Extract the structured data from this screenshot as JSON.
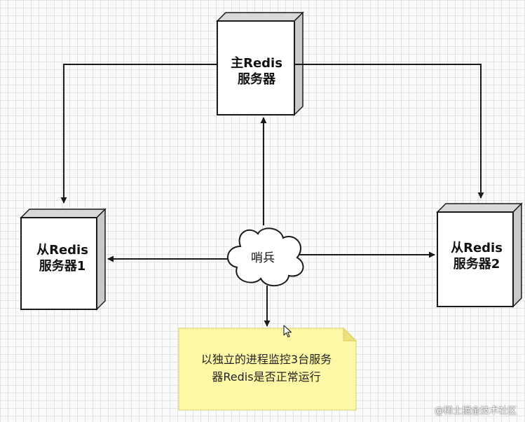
{
  "nodes": {
    "master": {
      "label": "主Redis\n服务器"
    },
    "slave1": {
      "label": "从Redis\n服务器1"
    },
    "slave2": {
      "label": "从Redis\n服务器2"
    },
    "sentinel": {
      "label": "哨兵"
    }
  },
  "note": {
    "text": "以独立的进程监控3台服务\n器Redis是否正常运行",
    "color": "#fdf8a6"
  },
  "watermark": "@稀土掘金技术社区",
  "colors": {
    "stroke": "#1a1a1a",
    "box_fill": "#ffffff",
    "box_side": "#d6d6d6",
    "grid": "#e3e3e3"
  }
}
